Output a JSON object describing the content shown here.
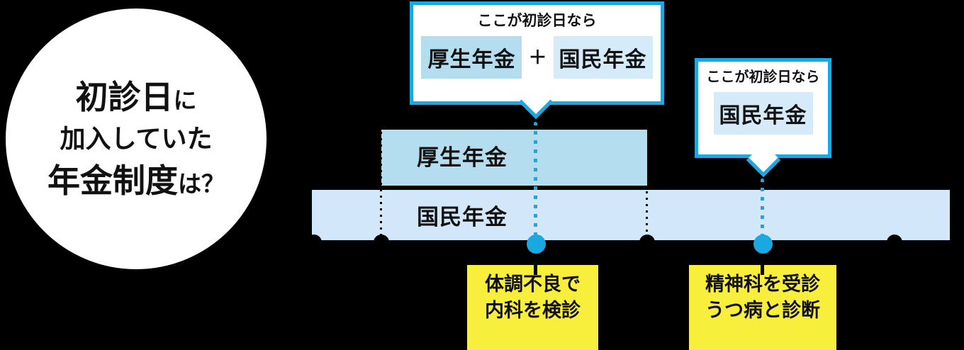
{
  "colors": {
    "background": "#000000",
    "accent_blue": "#1BA7E0",
    "kosei_blue": "#B4DEEF",
    "kokumin_blue": "#D2E8FA",
    "kokumin_box_blue": "#D6EBFA",
    "event_yellow": "#F8EF3D",
    "text": "#111111",
    "circle_bg": "#FFFFFF"
  },
  "question_circle": {
    "line1_main": "初診日",
    "line1_suffix": "に",
    "line2": "加入していた",
    "line3_main": "年金制度",
    "line3_suffix": "は？"
  },
  "timeline": {
    "kosei_label": "厚生年金",
    "kokumin_label": "国民年金"
  },
  "bubbles": [
    {
      "title": "ここが初診日なら",
      "box1": "厚生年金",
      "plus": "＋",
      "box2": "国民年金"
    },
    {
      "title": "ここが初診日なら",
      "box1": "国民年金"
    }
  ],
  "events": [
    {
      "line1": "体調不良で",
      "line2": "内科を検診"
    },
    {
      "line1": "精神科を受診",
      "line2": "うつ病と診断"
    }
  ]
}
